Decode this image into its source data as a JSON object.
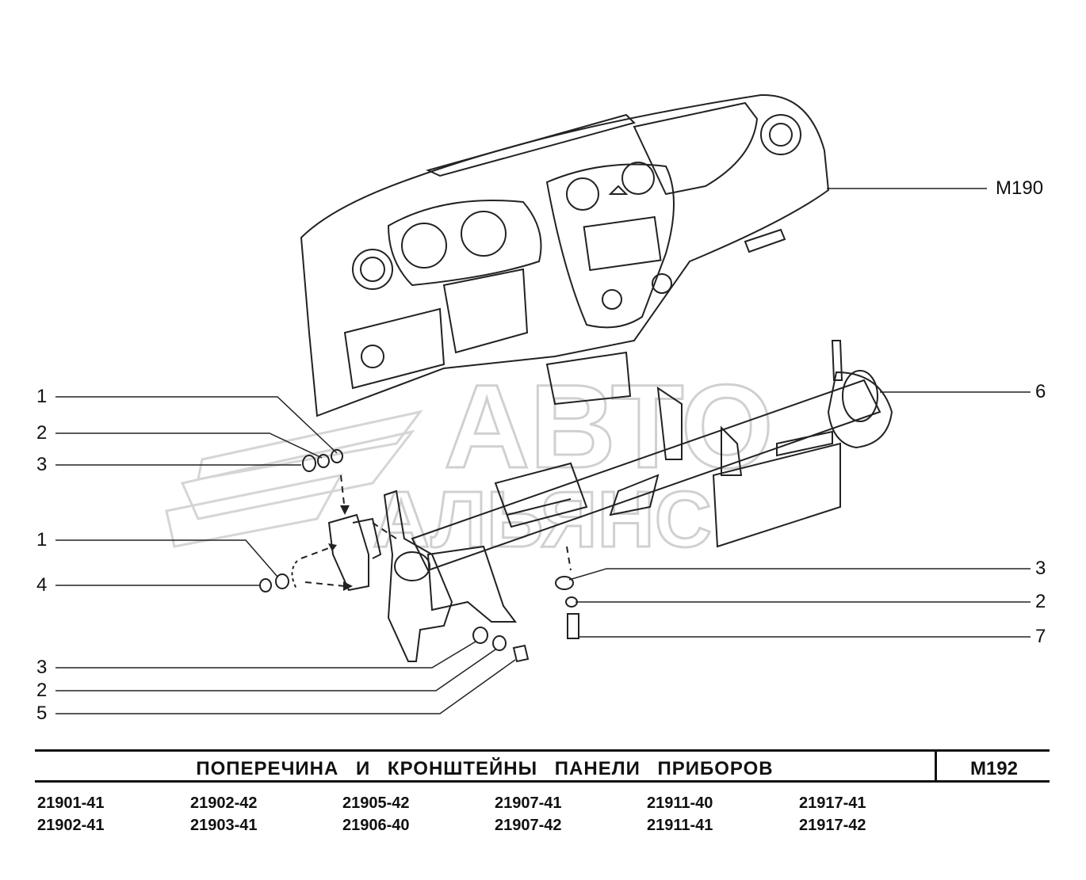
{
  "watermark": {
    "line1": "АВТО",
    "line2": "АЛЬЯНС"
  },
  "callouts": {
    "left": [
      "1",
      "2",
      "3",
      "1",
      "4",
      "3",
      "2",
      "5"
    ],
    "right": [
      "M190",
      "6",
      "3",
      "2",
      "7"
    ]
  },
  "title": "ПОПЕРЕЧИНА И КРОНШТЕЙНЫ ПАНЕЛИ ПРИБОРОВ",
  "code": "M192",
  "models": [
    [
      "21901-41",
      "21902-42",
      "21905-42",
      "21907-41",
      "21911-40",
      "21917-41"
    ],
    [
      "21902-41",
      "21903-41",
      "21906-40",
      "21907-42",
      "21911-41",
      "21917-42"
    ]
  ]
}
